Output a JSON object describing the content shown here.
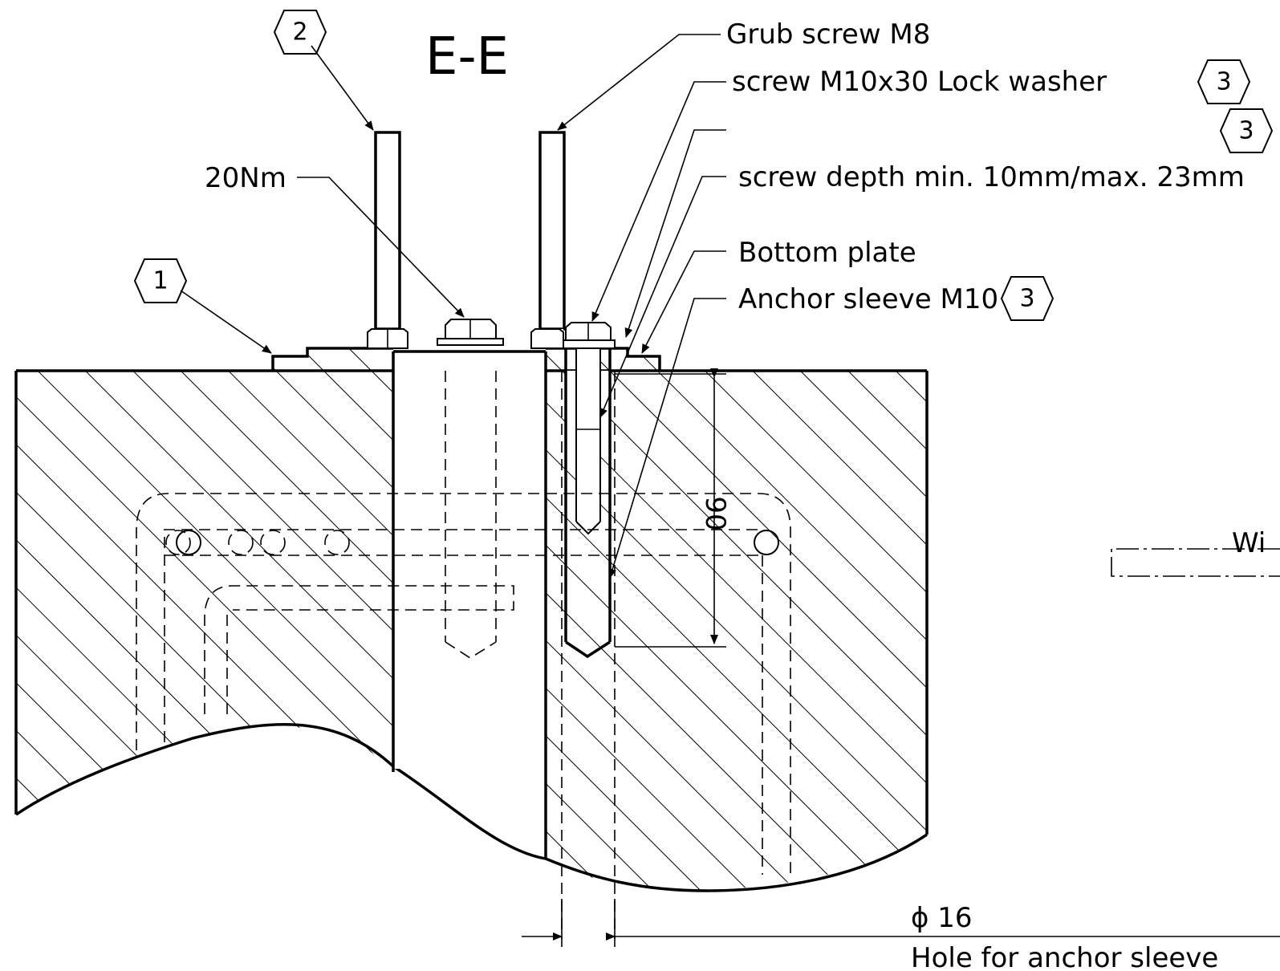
{
  "section_title": "E-E",
  "labels": {
    "grub_screw": "Grub screw M8",
    "screw_lock_washer": "screw M10x30 Lock washer",
    "screw_depth": "screw depth min. 10mm/max. 23mm",
    "bottom_plate": "Bottom plate",
    "anchor_sleeve": "Anchor sleeve M10",
    "torque": "20Nm",
    "wire_partial": "Wi",
    "dimension_depth": "90",
    "dimension_diameter": "ϕ 16",
    "hole_for_anchor_sleeve": "Hole for anchor sleeve"
  },
  "tags": {
    "tag_1": "1",
    "tag_2": "2",
    "tag_3a": "3",
    "tag_3b": "3",
    "tag_3c": "3"
  },
  "colors": {
    "line": "#000000",
    "background": "#ffffff"
  }
}
